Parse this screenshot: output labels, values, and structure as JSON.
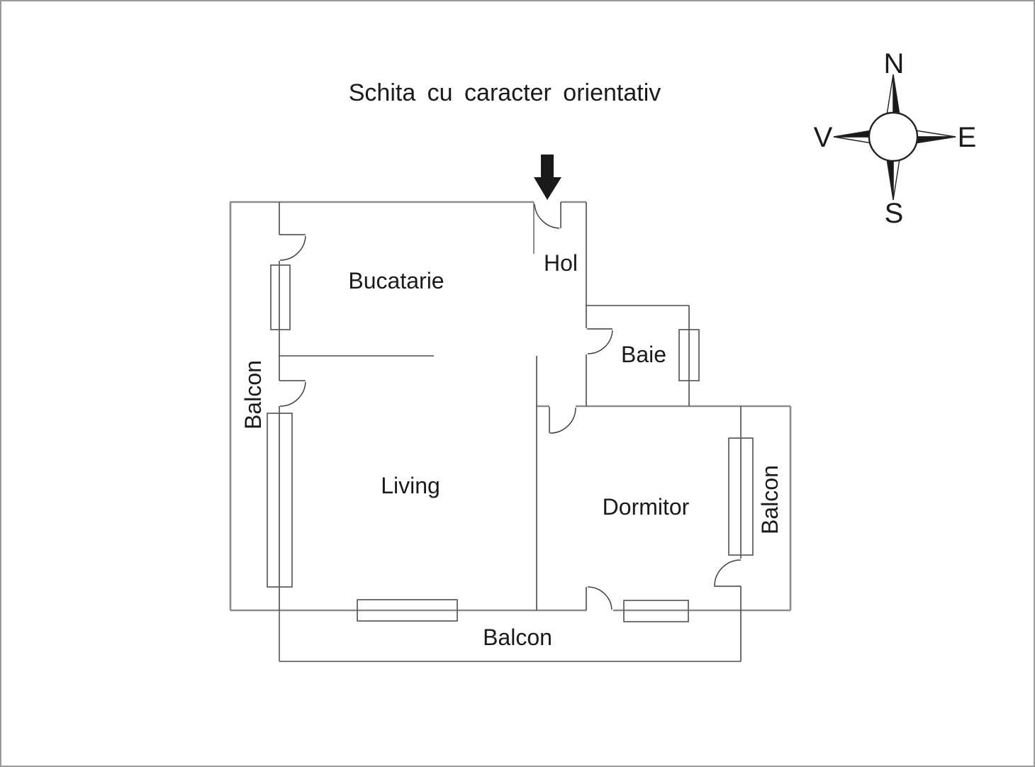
{
  "title": "Schita cu caracter orientativ",
  "compass": {
    "n": "N",
    "e": "E",
    "s": "S",
    "v": "V"
  },
  "rooms": {
    "bucatarie": "Bucatarie",
    "hol": "Hol",
    "baie": "Baie",
    "living": "Living",
    "dormitor": "Dormitor"
  },
  "balconies": {
    "left": "Balcon",
    "bottom": "Balcon",
    "right": "Balcon"
  },
  "colors": {
    "background": "#ffffff",
    "border_gray": "#9a9a9a",
    "wall_outer_gray": "#8c8c8c",
    "wall_inner_dark": "#4a4a4a",
    "window_gray": "#5a5a5a",
    "text_black": "#1a1a1a",
    "entrance_arrow_black": "#1a1a1a"
  }
}
